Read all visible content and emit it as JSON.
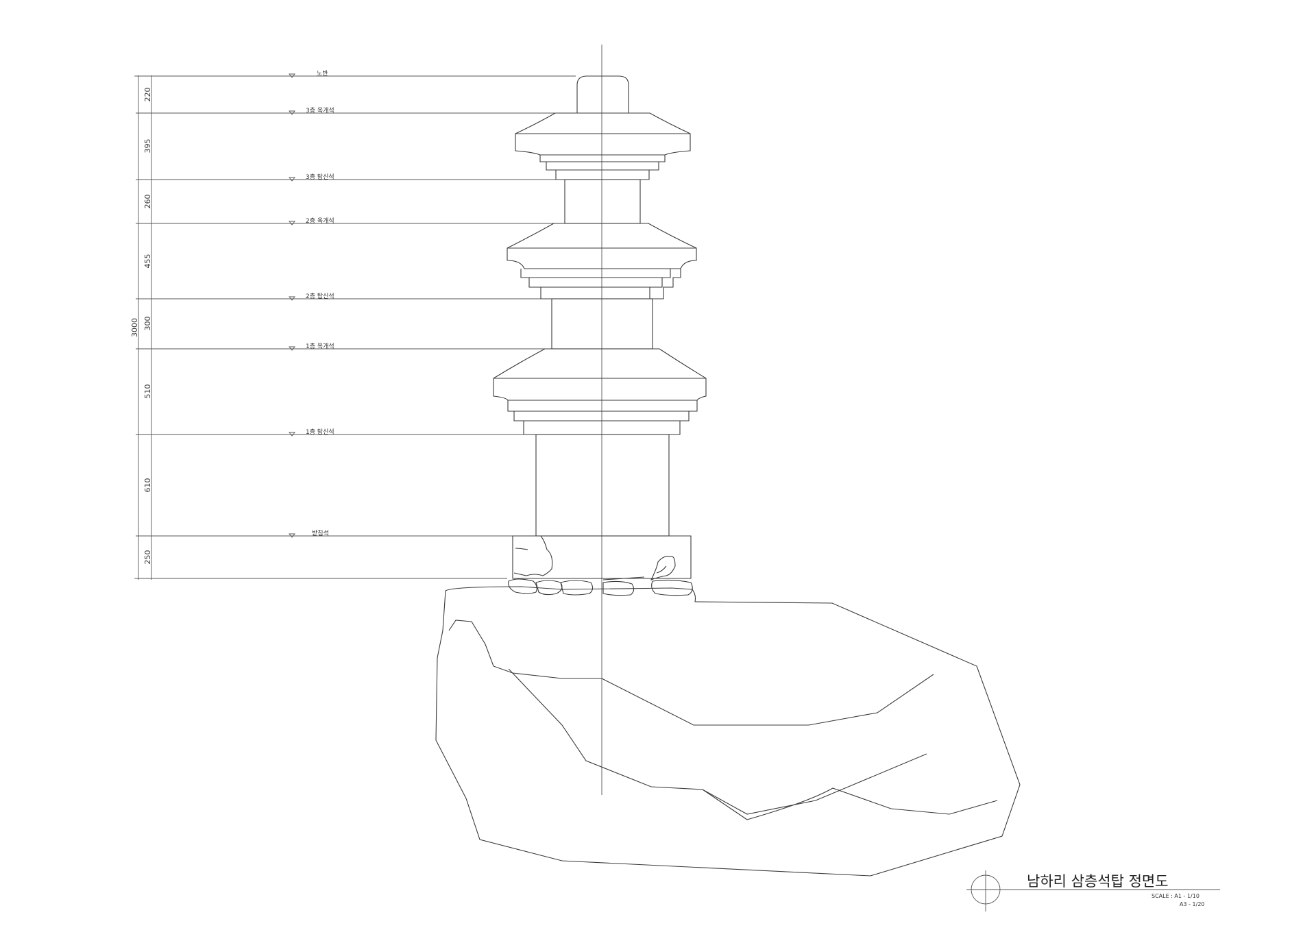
{
  "drawing": {
    "title": "남하리 삼층석탑 정면도",
    "scale_label": "SCALE : A1 - 1/10",
    "scale_a3": "A3 - 1/20",
    "total_height": "3000"
  },
  "levels": [
    {
      "label": "노반"
    },
    {
      "label": "3층 옥개석"
    },
    {
      "label": "3층 탑신석"
    },
    {
      "label": "2층 옥개석"
    },
    {
      "label": "2층 탑신석"
    },
    {
      "label": "1층 옥개석"
    },
    {
      "label": "1층 탑신석"
    },
    {
      "label": "받침석"
    }
  ],
  "dimensions": [
    "220",
    "395",
    "260",
    "455",
    "300",
    "510",
    "610",
    "250"
  ]
}
